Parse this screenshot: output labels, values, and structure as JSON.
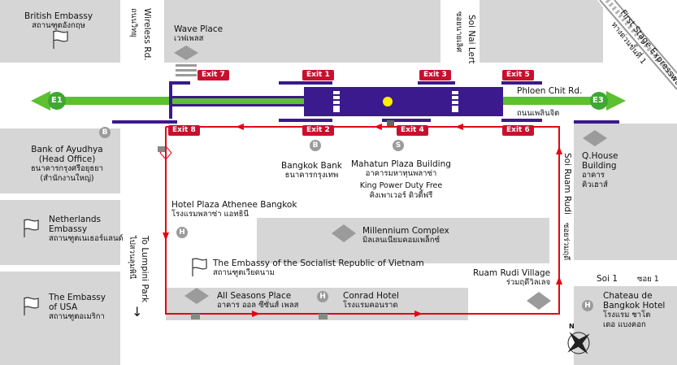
{
  "roads": {
    "wireless_rd": {
      "en": "Wireless Rd.",
      "th": "ถนนวิทยุ"
    },
    "soi_nai_lert": {
      "en": "Soi Nai Lert",
      "th": "ซอยนายเลิศ"
    },
    "phloen_chit": {
      "en": "Phloen Chit Rd.",
      "th": "ถนนเพลินจิต"
    },
    "soi_ruam_rudi": {
      "en": "Soi Ruam Rudi",
      "th": "ซอยร่วมฤดี"
    },
    "soi_1": {
      "en": "Soi 1",
      "th": "ซอย 1"
    },
    "expressway": {
      "en": "First Stage Expressway",
      "th": "ทางด่วนขั้นที่ 1"
    },
    "to_lumpini": {
      "en": "To Lumpini Park",
      "th": "ไปสวนลุมพินี"
    }
  },
  "directions": {
    "west": "E1",
    "east": "E3"
  },
  "exits": [
    {
      "label": "Exit 1"
    },
    {
      "label": "Exit 2"
    },
    {
      "label": "Exit 3"
    },
    {
      "label": "Exit 4"
    },
    {
      "label": "Exit 5"
    },
    {
      "label": "Exit 6"
    },
    {
      "label": "Exit 7"
    },
    {
      "label": "Exit 8"
    }
  ],
  "places": {
    "british_embassy": {
      "en": "British Embassy",
      "th": "สถานฑูตอังกฤษ"
    },
    "wave_place": {
      "en": "Wave Place",
      "th": "เวฟเพลส"
    },
    "bank_of_ayudhya": {
      "en1": "Bank of Ayudhya",
      "en2": "(Head Office)",
      "th1": "ธนาคารกรุงศรีอยุธยา",
      "th2": "(สำนักงานใหญ่)"
    },
    "bangkok_bank": {
      "en": "Bangkok Bank",
      "th": "ธนาคารกรุงเทพ"
    },
    "mahatun": {
      "en": "Mahatun Plaza Building",
      "th": "อาคารมหาทุนพลาซ่า",
      "en2": "King Power Duty Free",
      "th2": "คิงเพาเวอร์ ดิวตี้ฟรี"
    },
    "qhouse": {
      "en1": "Q.House",
      "en2": "Building",
      "th1": "อาคาร",
      "th2": "คิวเฮาส์"
    },
    "plaza_athenee": {
      "en": "Hotel Plaza Athenee Bangkok",
      "th": "โรงแรมพลาซ่า แอทธินี"
    },
    "netherlands": {
      "en1": "Netherlands",
      "en2": "Embassy",
      "th": "สถานฑูตเนเธอร์แลนด์"
    },
    "millennium": {
      "en": "Millennium Complex",
      "th": "มิลเลนเนียมคอมเพล็กซ์"
    },
    "vietnam": {
      "en": "The Embassy of the Socialist Republic of Vietnam",
      "th": "สถานฑูตเวียดนาม"
    },
    "ruam_rudi_village": {
      "en": "Ruam Rudi Village",
      "th": "ร่วมฤดีวิลเลจ"
    },
    "usa": {
      "en1": "The Embassy",
      "en2": "of USA",
      "th": "สถานฑูตอเมริกา"
    },
    "all_seasons": {
      "en": "All Seasons Place",
      "th": "อาคาร ออล ซีซั่นส์ เพลส"
    },
    "conrad": {
      "en": "Conrad Hotel",
      "th": "โรงแรมคอนราด"
    },
    "chateau": {
      "en1": "Chateau de",
      "en2": "Bangkok Hotel",
      "th1": "โรงแรม ชาโต",
      "th2": "เดอ แบงคอก"
    }
  },
  "icons": {
    "bank": "B",
    "shop": "S",
    "hotel": "H",
    "compass": "N"
  },
  "colors": {
    "station": "#3a1a8c",
    "route": "#e30613",
    "arrow": "#5cc030",
    "block": "#d6d6d6"
  }
}
